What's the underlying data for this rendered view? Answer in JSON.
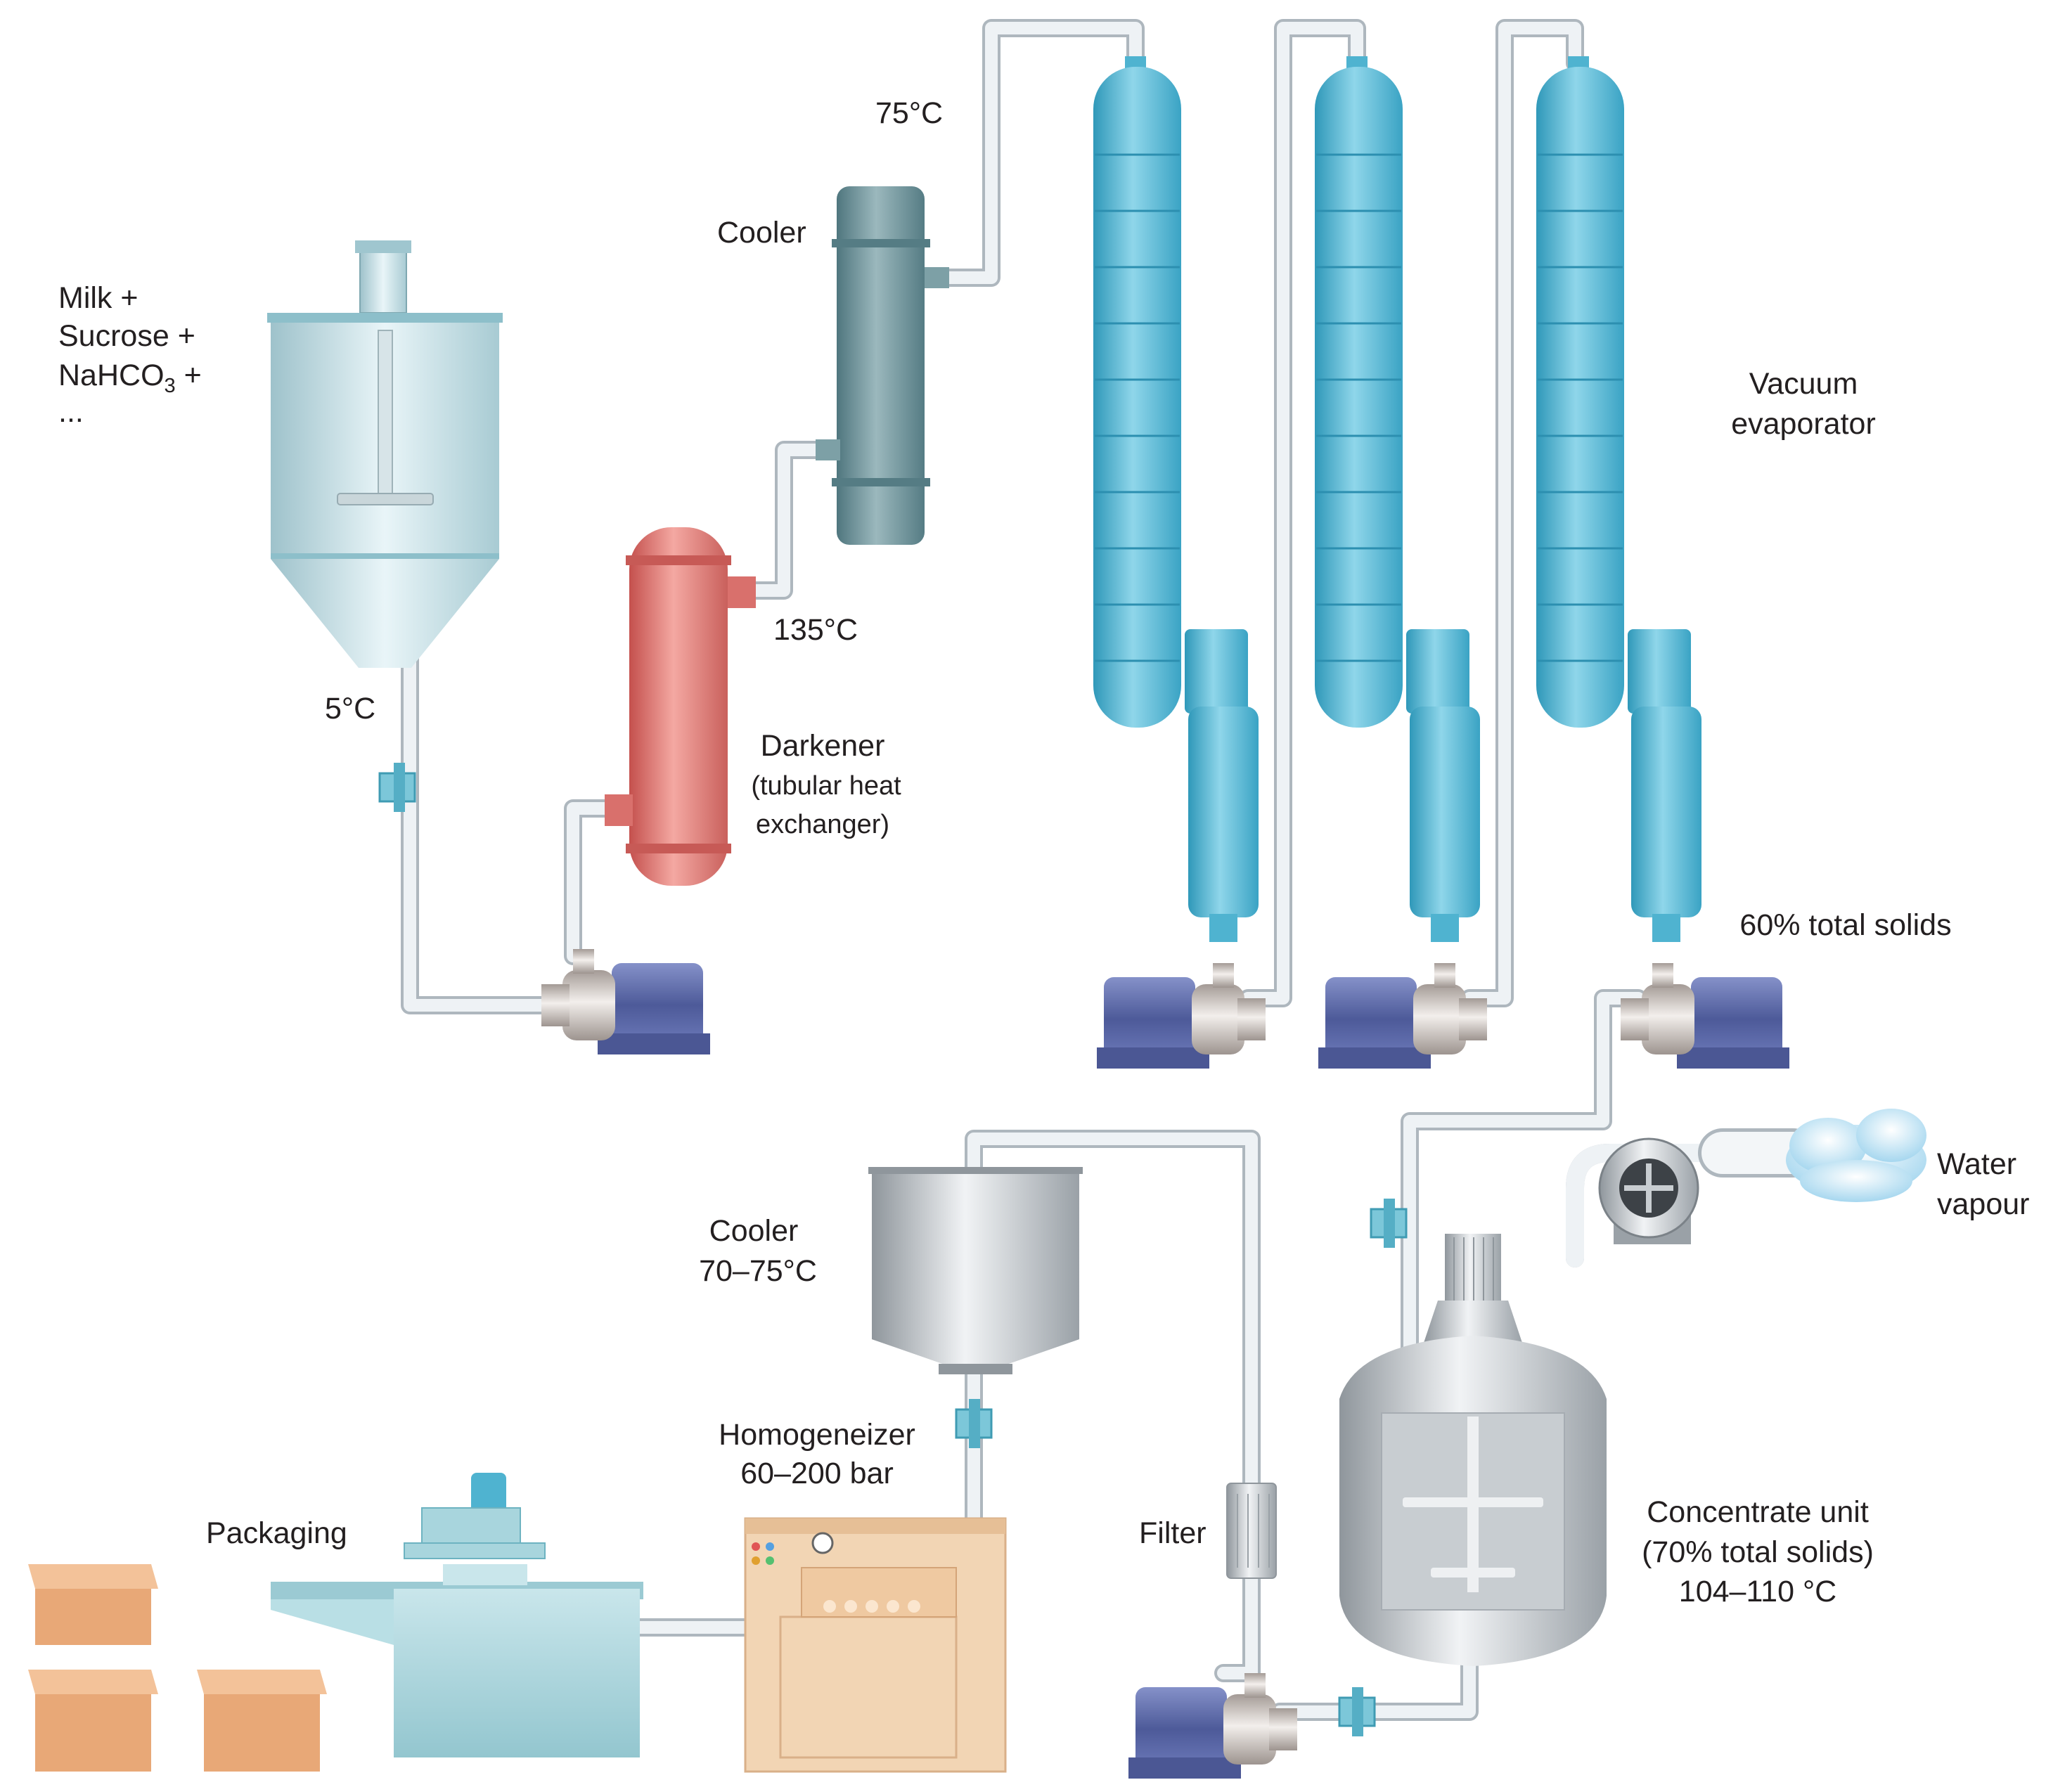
{
  "diagram": {
    "ingredients": {
      "line1": "Milk +",
      "line2": "Sucrose +",
      "line3_prefix": "NaHCO",
      "line3_sub": "3",
      "line3_suffix": " +",
      "line4": "..."
    },
    "labels": {
      "temp_5": "5°C",
      "temp_75": "75°C",
      "temp_135": "135°C",
      "cooler_top": "Cooler",
      "darkener_title": "Darkener",
      "darkener_sub1": "(tubular heat",
      "darkener_sub2": "exchanger)",
      "vacuum_line1": "Vacuum",
      "vacuum_line2": "evaporator",
      "solids_60": "60% total solids",
      "water_line1": "Water",
      "water_line2": "vapour",
      "cooler2_title": "Cooler",
      "cooler2_temp": "70–75°C",
      "homog_title": "Homogeneizer",
      "homog_pressure": "60–200 bar",
      "filter": "Filter",
      "packaging": "Packaging",
      "conc_line1": "Concentrate unit",
      "conc_line2": "(70% total solids)",
      "conc_line3": "104–110 °C"
    },
    "colors": {
      "pipe": "#e8edf1",
      "pipe_edge": "#b9c2c9",
      "evaporator": "#4fb3d0",
      "darkener": "#d9706c",
      "cooler": "#6a8e95",
      "motor": "#5b68a8",
      "tank": "#bfd9e0",
      "steel": "#b8bdc2",
      "box": "#e8a877",
      "homogenizer": "#f2d3b2",
      "packaging": "#a8d5dd"
    }
  }
}
